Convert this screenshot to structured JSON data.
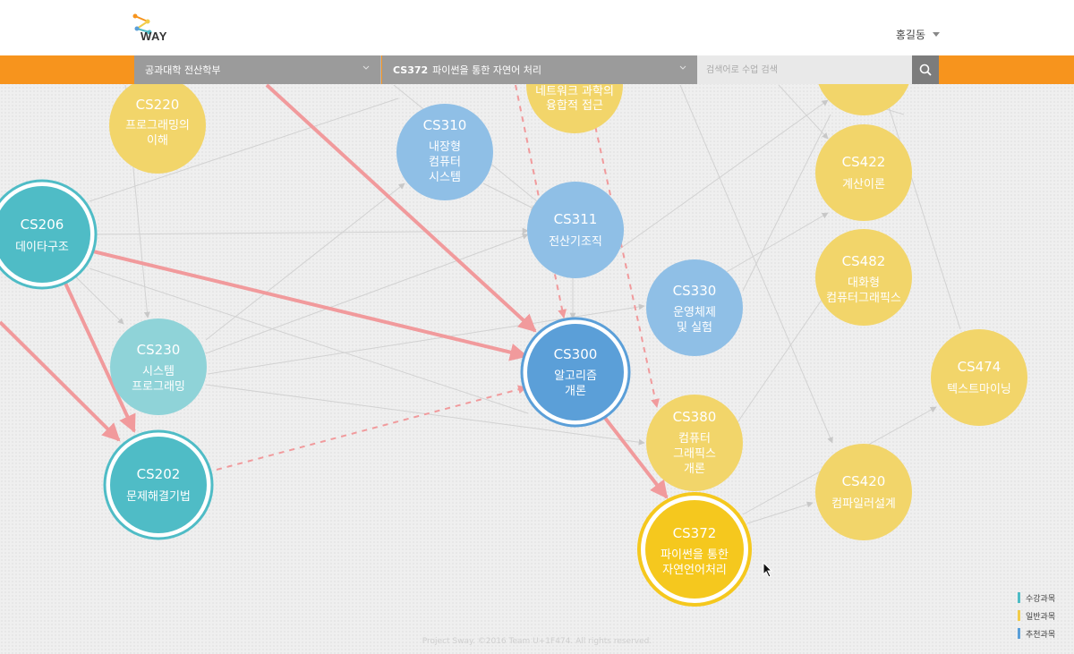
{
  "header": {
    "logo_text": "WAY",
    "user_name": "홍길동"
  },
  "filters": {
    "department": "공과대학 전산학부",
    "course_code": "CS372",
    "course_name": "파이썬을 통한 자연어 처리",
    "search_placeholder": "검색어로 수업 검색"
  },
  "colors": {
    "taken": "#4fbcc6",
    "general": "#f2cc4a",
    "recommended": "#5b9fd8",
    "prereq_line": "#f19a9c",
    "orange_bar": "#f7941d"
  },
  "nodes": [
    {
      "id": "cs220",
      "code": "CS220",
      "name": [
        "프로그래밍의",
        "이해"
      ],
      "category": "general"
    },
    {
      "id": "cs310",
      "code": "CS310",
      "name": [
        "내장형",
        "컴퓨터",
        "시스템"
      ],
      "category": "recommended"
    },
    {
      "id": "cs311",
      "code": "CS311",
      "name": [
        "전산기조직"
      ],
      "category": "recommended"
    },
    {
      "id": "cs206",
      "code": "CS206",
      "name": [
        "데이타구조"
      ],
      "category": "taken"
    },
    {
      "id": "cs230",
      "code": "CS230",
      "name": [
        "시스템",
        "프로그래밍"
      ],
      "category": "taken"
    },
    {
      "id": "cs202",
      "code": "CS202",
      "name": [
        "문제해결기법"
      ],
      "category": "taken"
    },
    {
      "id": "cs300",
      "code": "CS300",
      "name": [
        "알고리즘",
        "개론"
      ],
      "category": "recommended"
    },
    {
      "id": "cs330",
      "code": "CS330",
      "name": [
        "운영체제",
        "및 실험"
      ],
      "category": "recommended"
    },
    {
      "id": "cs380",
      "code": "CS380",
      "name": [
        "컴퓨터",
        "그래픽스",
        "개론"
      ],
      "category": "general"
    },
    {
      "id": "cs372",
      "code": "CS372",
      "name": [
        "파이썬을 통한",
        "자연언어처리"
      ],
      "category": "general"
    },
    {
      "id": "cs422",
      "code": "CS422",
      "name": [
        "계산이론"
      ],
      "category": "general"
    },
    {
      "id": "cs482",
      "code": "CS482",
      "name": [
        "대화형",
        "컴퓨터그래픽스"
      ],
      "category": "general"
    },
    {
      "id": "cs474",
      "code": "CS474",
      "name": [
        "텍스트마이닝"
      ],
      "category": "general"
    },
    {
      "id": "cs420",
      "code": "CS420",
      "name": [
        "컴파일러설계"
      ],
      "category": "general"
    },
    {
      "id": "top-partial",
      "code": "",
      "name": [
        "네트워크 과학의",
        "융합적 접근"
      ],
      "category": "general"
    }
  ],
  "legend": [
    {
      "label": "수강과목",
      "color": "#4fbcc6"
    },
    {
      "label": "일반과목",
      "color": "#f2cc4a"
    },
    {
      "label": "추천과목",
      "color": "#5b9fd8"
    }
  ],
  "footer": "Project Sway. ©2016 Team U+1F474. All rights reserved."
}
